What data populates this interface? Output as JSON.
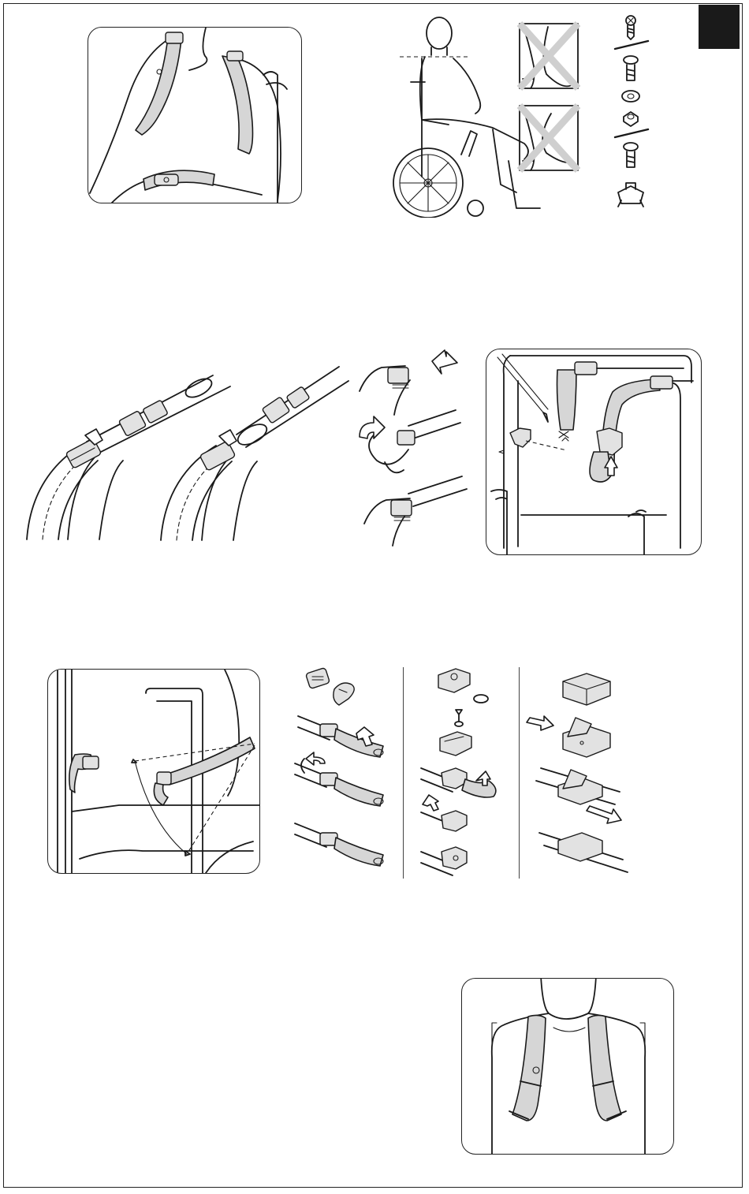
{
  "document": {
    "section_tab_color": "#1a1a1a",
    "strap_color": "#d6d6d6",
    "line_color": "#1a1a1a"
  },
  "figures": [
    {
      "id": "fig-harness-front-3q",
      "icon": "harness-worn-illustration"
    },
    {
      "id": "fig-seating-posture",
      "icon": "wheelchair-posture-illustration"
    },
    {
      "id": "fig-hardware-parts",
      "icon": "screws-washer-nut-teenut"
    },
    {
      "id": "fig-buckle-config-a",
      "icon": "strap-buckle-illustration"
    },
    {
      "id": "fig-buckle-config-b",
      "icon": "strap-dring-illustration"
    },
    {
      "id": "fig-cam-buckle-threading",
      "icon": "cam-buckle-steps"
    },
    {
      "id": "fig-backrest-mounting",
      "icon": "backrest-bracket-mounting"
    },
    {
      "id": "fig-strap-angle",
      "icon": "strap-angle-illustration"
    },
    {
      "id": "fig-slot-fixing-steps",
      "icon": "slot-bracket-steps"
    },
    {
      "id": "fig-bracket-fixing-steps",
      "icon": "screw-bracket-steps"
    },
    {
      "id": "fig-clip-fixing-steps",
      "icon": "clip-bracket-steps"
    },
    {
      "id": "fig-harness-front",
      "icon": "harness-front-illustration"
    }
  ]
}
